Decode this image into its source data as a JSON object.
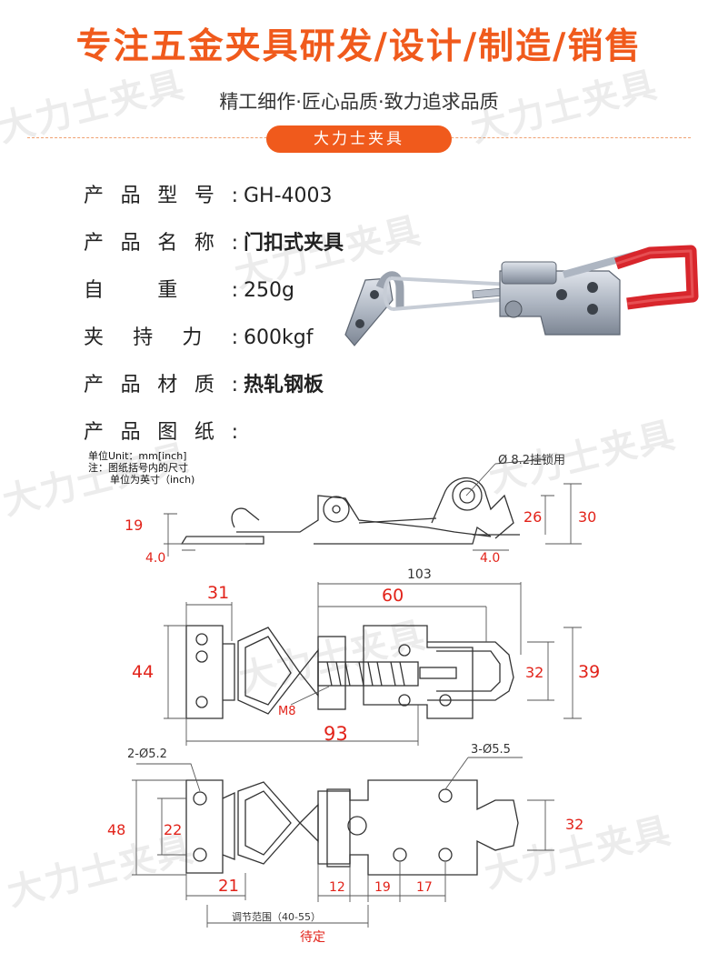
{
  "header": {
    "headline": "专注五金夹具研发/设计/制造/销售",
    "slogan": "精工细作·匠心品质·致力追求品质",
    "brand_badge": "大力士夹具"
  },
  "specs": [
    {
      "label": "产品型号:",
      "value": "GH-4003"
    },
    {
      "label": "产品名称:",
      "value": "门扣式夹具"
    },
    {
      "label": "自重:",
      "value": "250g"
    },
    {
      "label": "夹持力:",
      "value": "600kgf"
    },
    {
      "label": "产品材质:",
      "value": "热轧钢板"
    },
    {
      "label": "产品图纸:",
      "value": ""
    }
  ],
  "drawing_notes": {
    "line1": "单位Unit：mm[inch]",
    "line2": "注：图纸括号内的尺寸",
    "line3": "单位为英寸（inch)"
  },
  "watermark_text": "大力士夹具",
  "dimensions": {
    "side": {
      "hole": "Ø 8.2挂锁用",
      "h_left": "19",
      "h_mid": "26",
      "h_right": "30",
      "t_left": "4.0",
      "t_right": "4.0"
    },
    "top": {
      "w31": "31",
      "w103": "103",
      "w60": "60",
      "h44": "44",
      "h32": "32",
      "h39": "39",
      "thread": "M8",
      "w93": "93"
    },
    "bottom": {
      "hole_left": "2-Ø5.2",
      "hole_right": "3-Ø5.5",
      "h48": "48",
      "h22": "22",
      "h32": "32",
      "w21": "21",
      "w12": "12",
      "w19": "19",
      "w17": "17",
      "range_label": "调节范围（40-55）",
      "tbd": "待定"
    }
  },
  "colors": {
    "accent": "#f05a1c",
    "dim_red": "#e2231a",
    "handle_red": "#d8262c",
    "steel": "#8a8f96"
  }
}
